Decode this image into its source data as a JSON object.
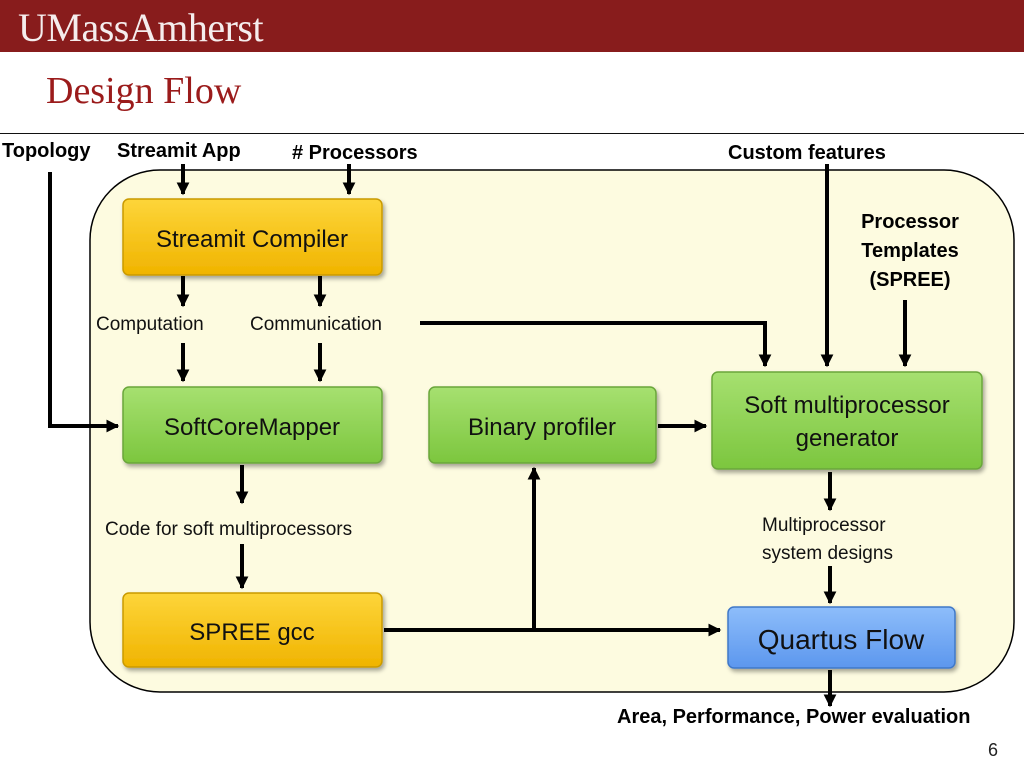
{
  "header": {
    "logo_text": "UMassAmherst",
    "title": "Design Flow",
    "page_number": "6"
  },
  "colors": {
    "banner": "#881c1c",
    "title": "#9b1b1b",
    "panel": "#fdfbe0",
    "yellow_box": "#f6c20a",
    "green_box": "#8dd250",
    "blue_box": "#6fa8f5"
  },
  "inputs": {
    "topology": "Topology",
    "streamit_app": "Streamit App",
    "processors": "# Processors",
    "custom_features": "Custom features",
    "processor_templates_line1": "Processor",
    "processor_templates_line2": "Templates",
    "processor_templates_line3": "(SPREE)"
  },
  "boxes": {
    "streamit_compiler": "Streamit Compiler",
    "softcoremapper": "SoftCoreMapper",
    "binary_profiler": "Binary profiler",
    "soft_mp_generator_line1": "Soft multiprocessor",
    "soft_mp_generator_line2": "generator",
    "spree_gcc": "SPREE gcc",
    "quartus_flow": "Quartus Flow"
  },
  "labels": {
    "computation": "Computation",
    "communication": "Communication",
    "code_for_soft_mp": "Code for soft multiprocessors",
    "mp_system_designs_line1": "Multiprocessor",
    "mp_system_designs_line2": "system designs",
    "output": "Area, Performance, Power evaluation"
  }
}
